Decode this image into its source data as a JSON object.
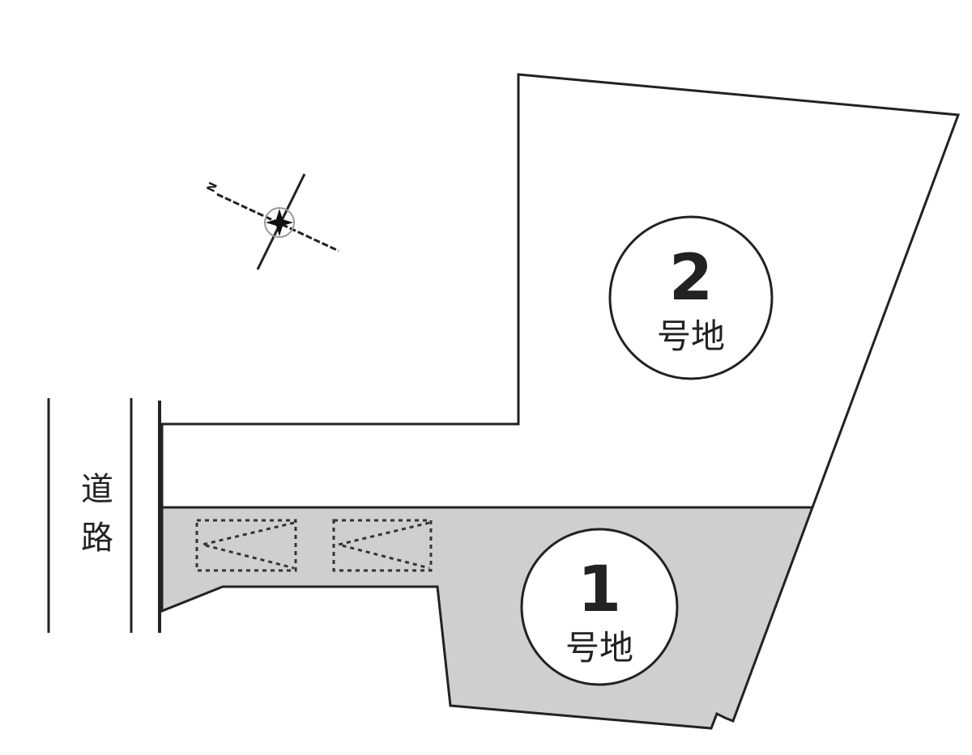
{
  "title": "区画図",
  "road_label": [
    "道",
    "路"
  ],
  "compass": {
    "north_label": "N"
  },
  "lots": [
    {
      "number": "1",
      "suffix": "号地",
      "fill": "#cfcfcf"
    },
    {
      "number": "2",
      "suffix": "号地",
      "fill": "#ffffff"
    }
  ],
  "parking_spaces": 2,
  "colors": {
    "line": "#222222",
    "shade": "#cfcfcf"
  }
}
